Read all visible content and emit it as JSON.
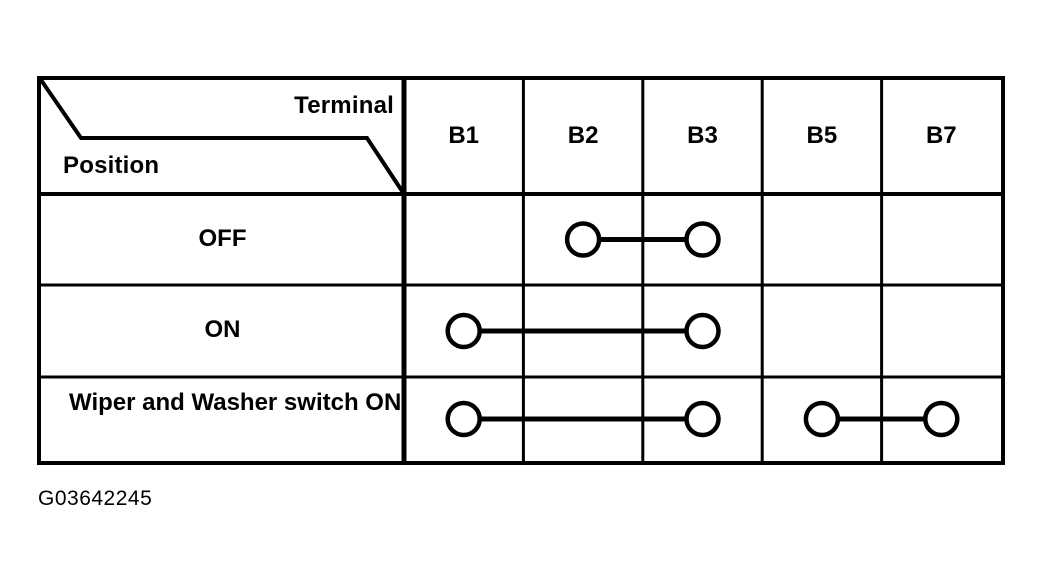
{
  "table": {
    "corner_header": {
      "terminal_label": "Terminal",
      "position_label": "Position"
    },
    "terminal_columns": [
      "B1",
      "B2",
      "B3",
      "B5",
      "B7"
    ],
    "rows": [
      {
        "position": "OFF",
        "connections": [
          [
            "B2",
            "B3"
          ]
        ]
      },
      {
        "position": "ON",
        "connections": [
          [
            "B1",
            "B3"
          ]
        ]
      },
      {
        "position": "Wiper and Washer switch ON",
        "connections": [
          [
            "B1",
            "B3"
          ],
          [
            "B5",
            "B7"
          ]
        ]
      }
    ]
  },
  "caption": "G03642245",
  "colors": {
    "line": "#000000",
    "background": "#ffffff",
    "terminal_fill": "#ffffff"
  },
  "geometry": {
    "column_centers": {
      "B1": 461,
      "B2": 583,
      "B3": 704,
      "B5": 826,
      "B7": 946
    },
    "row_centers": {
      "OFF": 240,
      "ON": 332,
      "Wiper and Washer switch ON": 422
    },
    "terminal_radius": 16
  }
}
